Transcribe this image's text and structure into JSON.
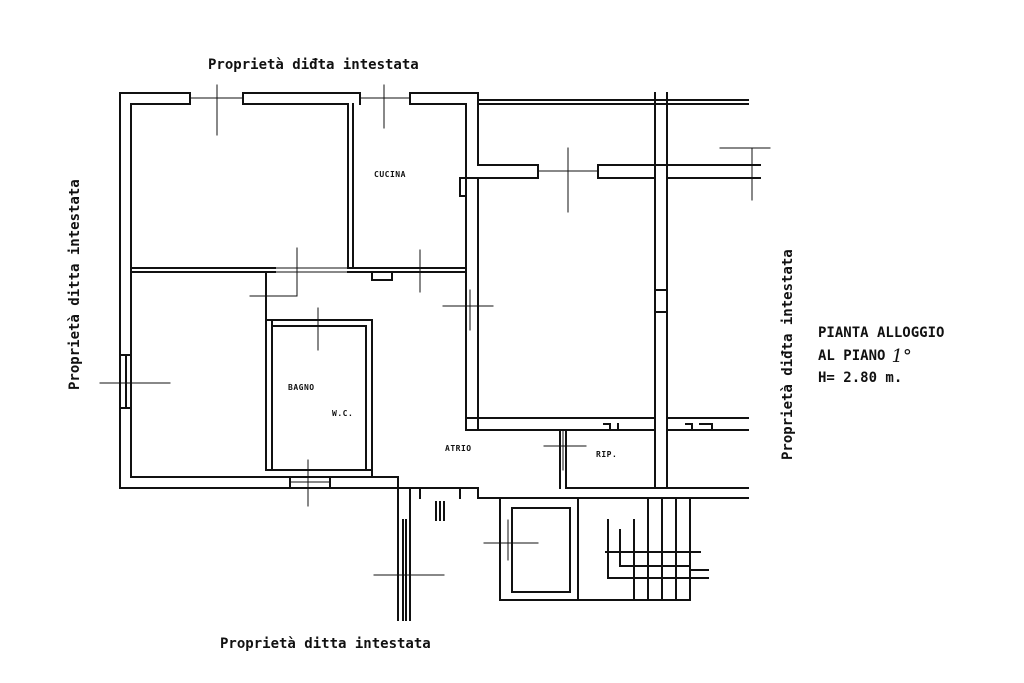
{
  "property_labels": {
    "top": "Proprietà diđta intestata",
    "left": "Proprietà ditta intestata",
    "right": "Proprietà diđta intestata",
    "bottom": "Proprietà ditta intestata"
  },
  "rooms": {
    "cucina": "CUCINA",
    "bagno": "BAGNO",
    "wc": "W.C.",
    "atrio": "ATRIO",
    "rip": "RIP."
  },
  "legend": {
    "line1": "PIANTA ALLOGGIO",
    "line2": "AL PIANO",
    "floor": "1°",
    "line3": "H= 2.80 m."
  },
  "colors": {
    "ink": "#111111",
    "paper": "#ffffff"
  }
}
